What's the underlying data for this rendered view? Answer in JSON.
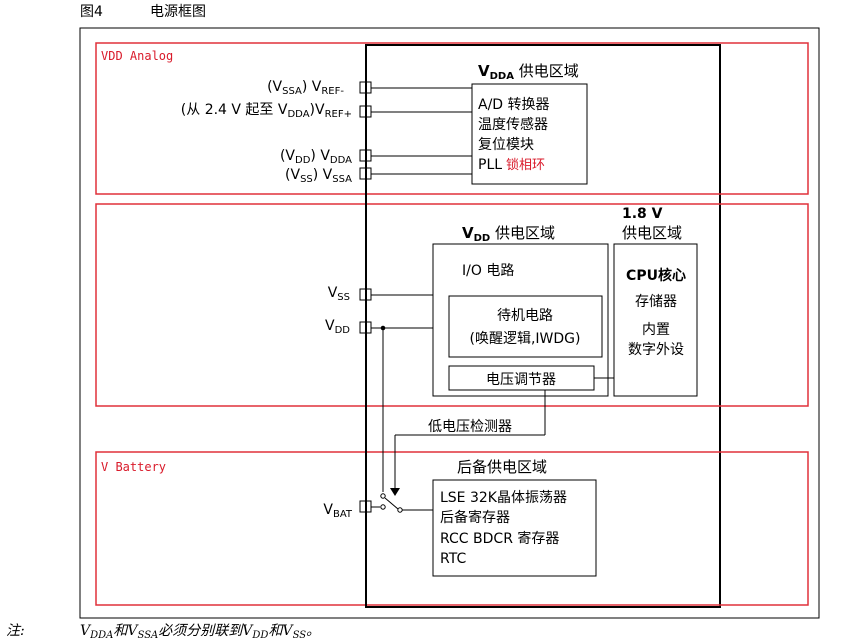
{
  "figure": {
    "number": "图4",
    "title": "电源框图"
  },
  "regions": {
    "analog": "VDD Analog",
    "battery": "V Battery"
  },
  "pins": {
    "vref_minus_prefix": "(V",
    "vref_minus_sub1": "SSA",
    "vref_minus_mid": ") V",
    "vref_minus_sub2": "REF-",
    "vref_plus_prefix": "(从 2.4 V 起至 V",
    "vref_plus_sub1": "DDA",
    "vref_plus_mid": ")V",
    "vref_plus_sub2": "REF+",
    "vdda_prefix": "(V",
    "vdda_sub1": "DD",
    "vdda_mid": ")  V",
    "vdda_sub2": "DDA",
    "vssa_prefix": "(V",
    "vssa_sub1": "SS",
    "vssa_mid": ")  V",
    "vssa_sub2": "SSA",
    "vss_main": "V",
    "vss_sub": "SS",
    "vdd_main": "V",
    "vdd_sub": "DD",
    "vbat_main": "V",
    "vbat_sub": "BAT"
  },
  "vdda_domain": {
    "title_main": "V",
    "title_sub": "DDA",
    "title_rest": " 供电区域",
    "items": [
      "A/D 转换器",
      "温度传感器",
      "复位模块"
    ],
    "pll_label": "PLL",
    "pll_note": "锁相环"
  },
  "vdd_domain": {
    "title_main": "V",
    "title_sub": "DD",
    "title_rest": " 供电区域",
    "io": "I/O 电路",
    "standby_line1": "待机电路",
    "standby_line2": "(唤醒逻辑,IWDG)",
    "regulator": "电压调节器"
  },
  "core_domain": {
    "title_line1": "1.8 V",
    "title_line2": "供电区域",
    "items": [
      "CPU核心",
      "存储器",
      "内置",
      "数字外设"
    ]
  },
  "low_voltage_detector": "低电压检测器",
  "backup_domain": {
    "title": "后备供电区域",
    "items": [
      "LSE 32K晶体振荡器",
      "后备寄存器",
      "RCC BDCR 寄存器",
      "RTC"
    ]
  },
  "note": {
    "label": "注:",
    "v1": "V",
    "s1": "DDA",
    "t1": "和V",
    "s2": "SSA",
    "t2": "必须分别联到V",
    "s3": "DD",
    "t3": "和V",
    "s4": "SS",
    "t4": "。"
  },
  "colors": {
    "region_border": "#e0303a",
    "annotation": "#d91a2a"
  }
}
